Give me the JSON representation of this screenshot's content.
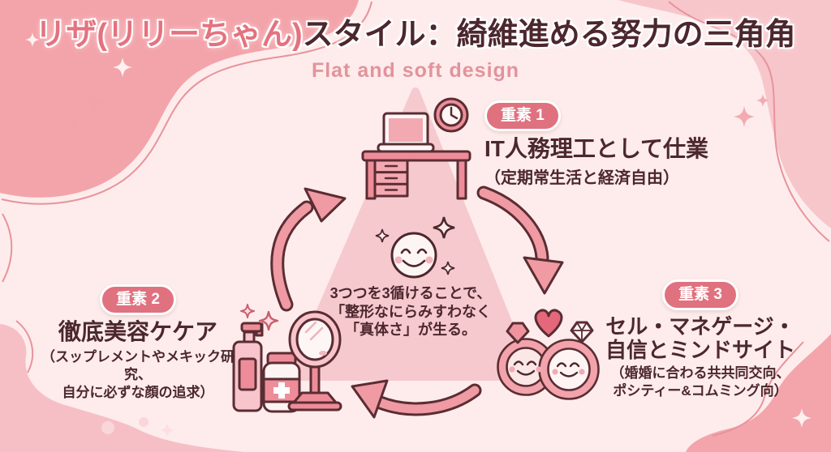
{
  "title": {
    "part1": "リザ(リリーちゃん)",
    "part2": "スタイル：綺維進める努力の三角角",
    "subtitle": "Flat and soft design"
  },
  "center": {
    "note": "3つつを3循けることで、\n「整形なにらみすわなく\n「真体さ」が生る。",
    "icon": "smiley-face-icon"
  },
  "elements": [
    {
      "badge": "重素 1",
      "heading": "IT人務理工として仕業",
      "detail": "（定期常生活と経済自由）",
      "icon": "desk-laptop-clock-icon"
    },
    {
      "badge": "重素 2",
      "heading": "徹底美容ケケア",
      "detail": "（スップレメントやメキック研究、\n自分に必ずな顔の追求）",
      "icon": "cosmetics-mirror-icon"
    },
    {
      "badge": "重素 3",
      "heading": "セル・マネゲージ・\n自信とミンドサイト",
      "detail": "（婚婚に合わる共共同交向、\nポシティー&コムミング向）",
      "icon": "wedding-rings-icon"
    }
  ],
  "decor": {
    "cycle_arrows": [
      "cycle-arrow-up-left",
      "cycle-arrow-down-right",
      "cycle-arrow-bottom-left"
    ],
    "sparkle_icon": "sparkle-icon",
    "triangle_shape": "cycle-triangle"
  },
  "colors": {
    "background": "#fdeceb",
    "blob_salmon": "#f3a4aa",
    "blob_light_pink": "#f7c6cb",
    "blob_bottom_left": "#f6bfc6",
    "outline_curve": "#e8939c",
    "triangle": "#f6c9cf",
    "text_dark": "#4c272e",
    "title_pink": "#e4727f",
    "subtitle_pink": "#e2939d",
    "badge_bg": "#e0717f",
    "icon_pink": "#ee8d99",
    "icon_light": "#f7c5cb",
    "arrow_pink": "#f09aa3",
    "icon_outline": "#5a2d33"
  }
}
